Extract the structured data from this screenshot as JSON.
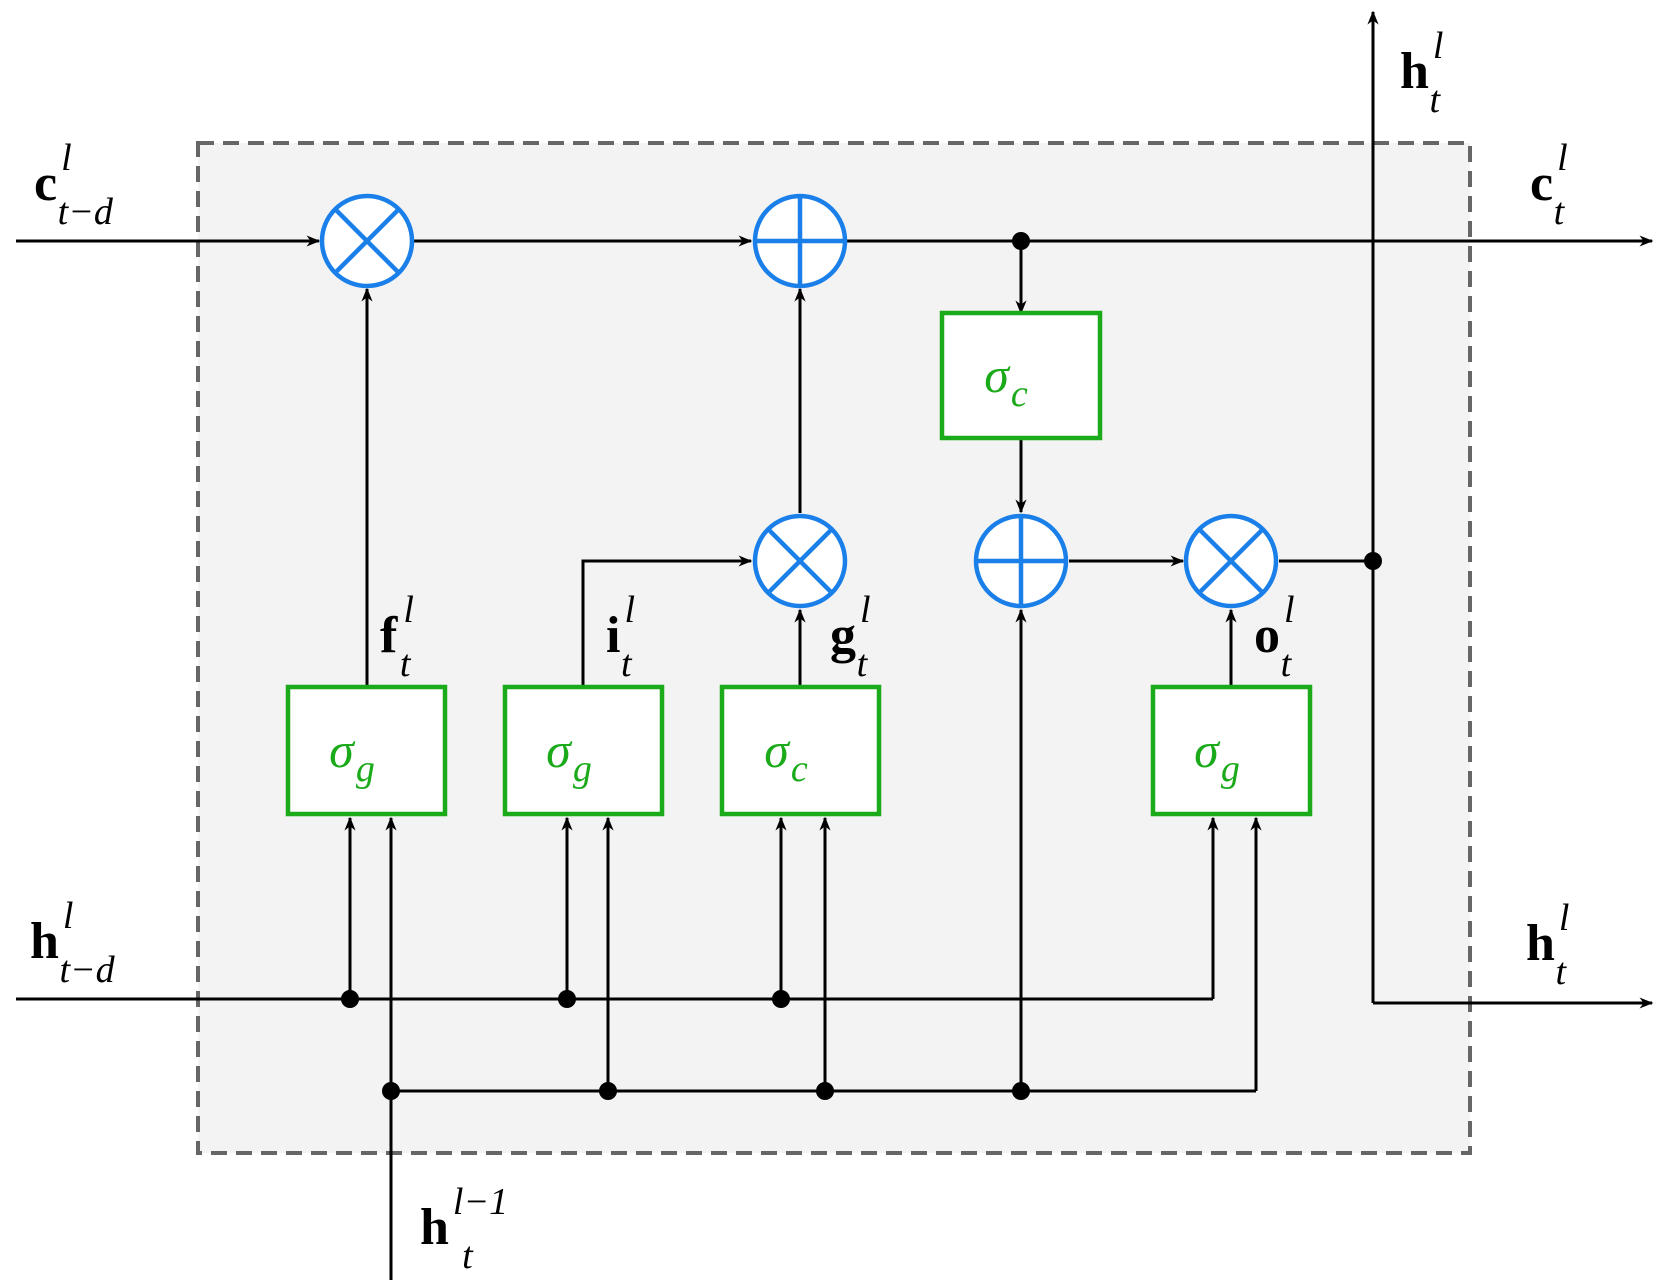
{
  "colors": {
    "operator": "#1a7fe8",
    "gate": "#1aaa1a",
    "wire": "#000000",
    "cell_background": "#f3f3f3",
    "cell_border": "#666666"
  },
  "labels": {
    "c_in": {
      "main": "c",
      "sup": "l",
      "sub": "t−d"
    },
    "c_out": {
      "main": "c",
      "sup": "l",
      "sub": "t"
    },
    "h_in": {
      "main": "h",
      "sup": "l",
      "sub": "t−d"
    },
    "h_out_right": {
      "main": "h",
      "sup": "l",
      "sub": "t"
    },
    "h_out_top": {
      "main": "h",
      "sup": "l",
      "sub": "t"
    },
    "h_below": {
      "main": "h",
      "sup": "l−1",
      "sub": "t"
    },
    "f_gate": {
      "main": "f",
      "sup": "l",
      "sub": "t"
    },
    "i_gate": {
      "main": "i",
      "sup": "l",
      "sub": "t"
    },
    "g_gate": {
      "main": "g",
      "sup": "l",
      "sub": "t"
    },
    "o_gate": {
      "main": "o",
      "sup": "l",
      "sub": "t"
    }
  },
  "gates": {
    "forget": {
      "symbol": "σ",
      "sub": "g"
    },
    "input": {
      "symbol": "σ",
      "sub": "g"
    },
    "candidate": {
      "symbol": "σ",
      "sub": "c"
    },
    "output": {
      "symbol": "σ",
      "sub": "g"
    },
    "cell_act": {
      "symbol": "σ",
      "sub": "c"
    }
  },
  "operators": {
    "mul_forget": "multiply",
    "add_cell": "add",
    "mul_input": "multiply",
    "add_skip": "add",
    "mul_output": "multiply"
  }
}
